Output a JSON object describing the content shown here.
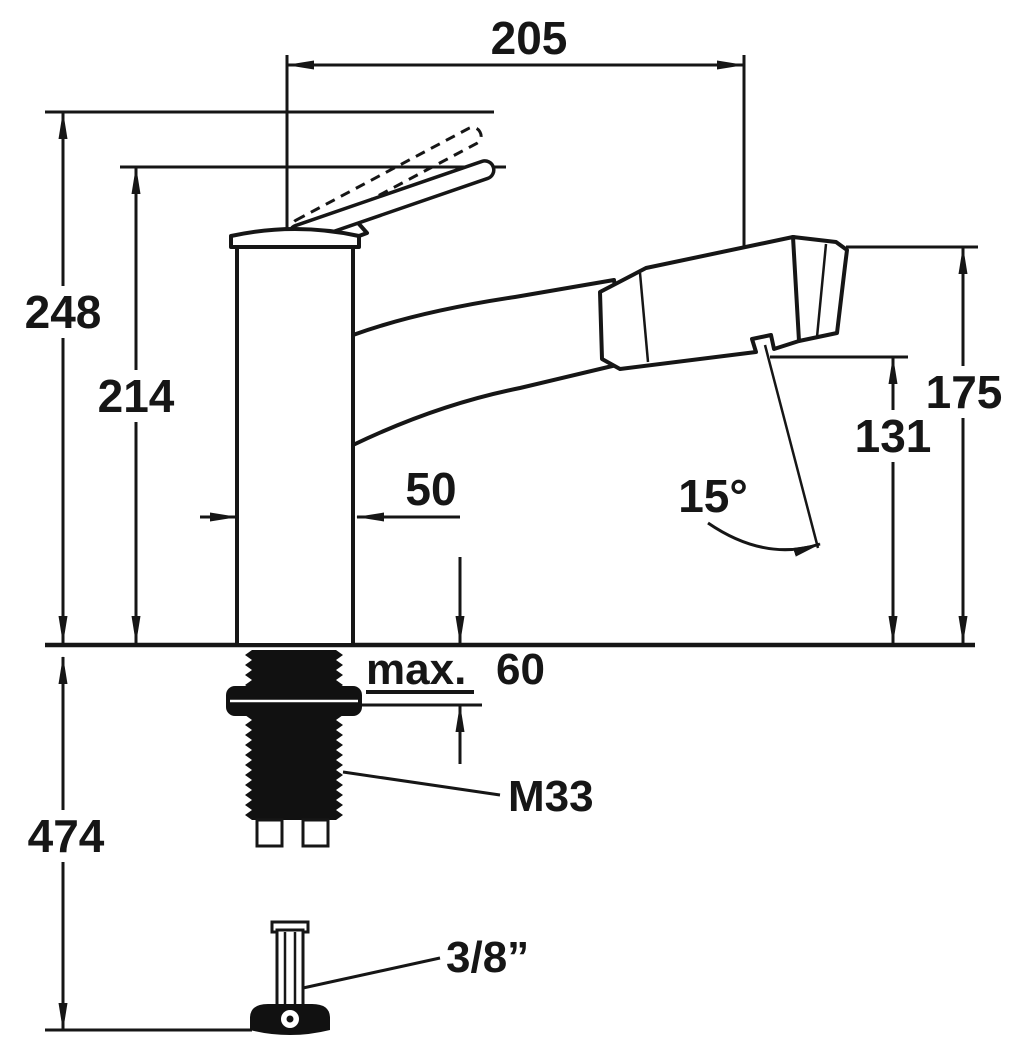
{
  "page": {
    "background": "#ffffff",
    "ink": "#161616"
  },
  "drawing": {
    "type": "technical-dimension-drawing",
    "subject": "single-lever kitchen faucet with pull-out spray, mounting shank and supply connection",
    "labels": {
      "width_top": "205",
      "height_total": "248",
      "height_lever": "214",
      "height_spray_tip": "175",
      "height_outlet": "131",
      "base_width": "50",
      "spray_angle": "15°",
      "max_label": "max.",
      "max_value": "60",
      "thread_size": "M33",
      "height_overall": "474",
      "hose_connection": "3/8”"
    }
  }
}
